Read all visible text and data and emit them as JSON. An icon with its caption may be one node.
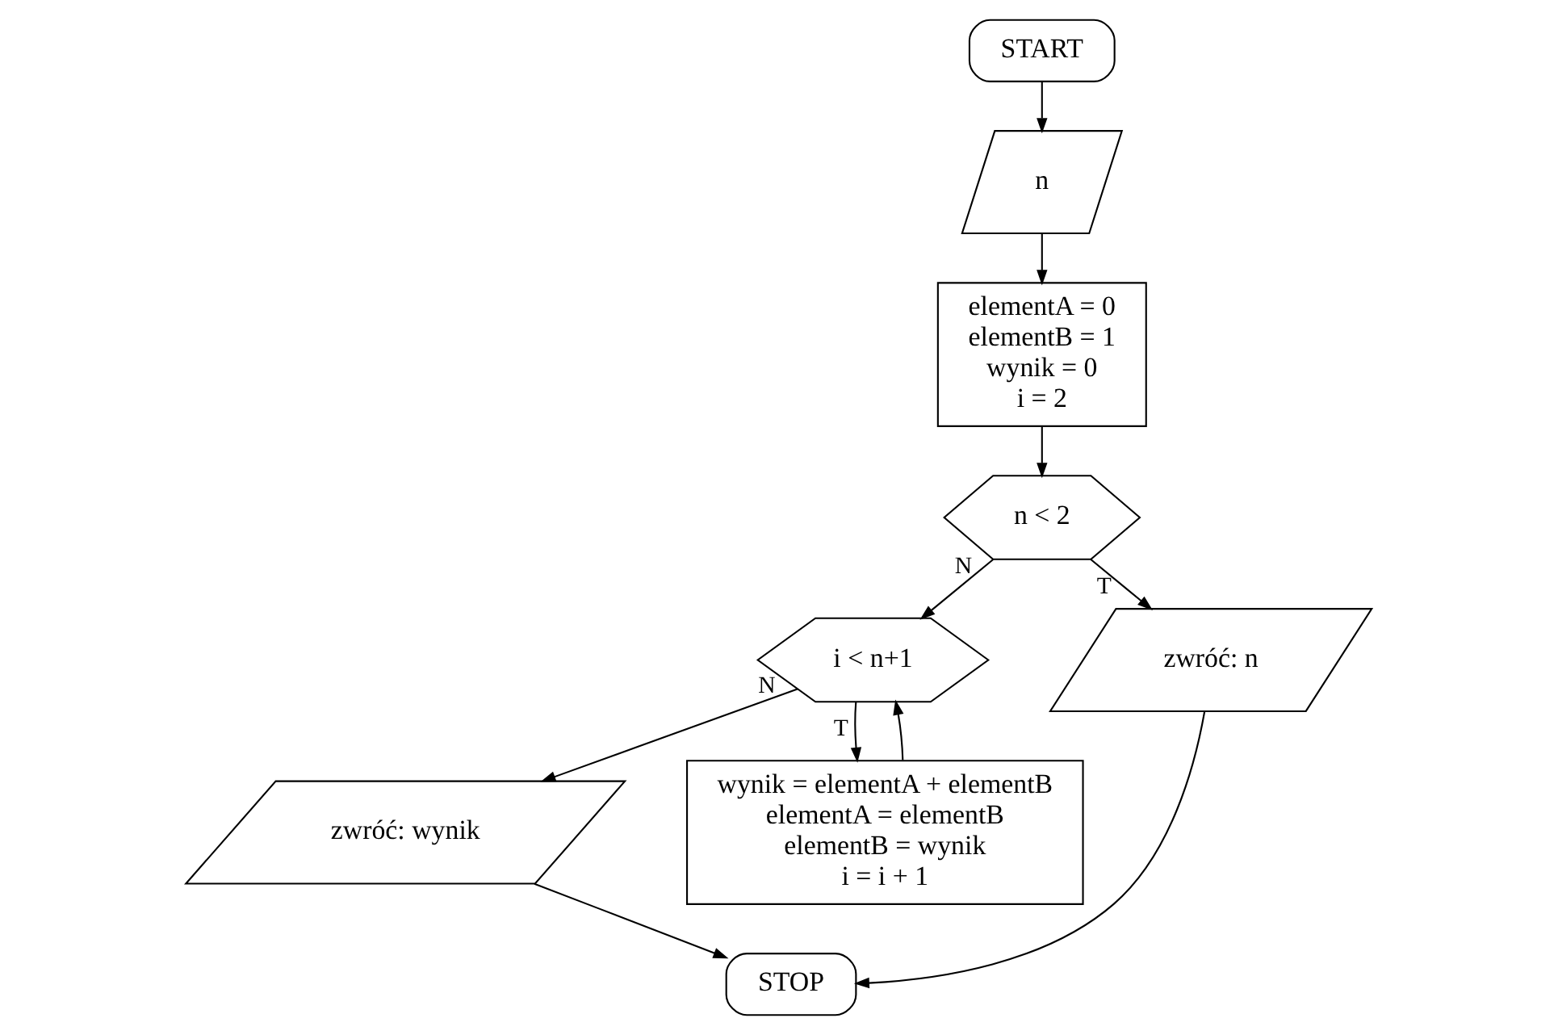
{
  "diagram": {
    "nodes": [
      {
        "text": [
          "START"
        ]
      },
      {
        "text": [
          "n"
        ]
      },
      {
        "text": [
          "elementA = 0",
          "elementB = 1",
          "wynik = 0",
          "i = 2"
        ]
      },
      {
        "text": [
          "n < 2"
        ]
      },
      {
        "text": [
          "i < n+1"
        ]
      },
      {
        "text": [
          "zwróć: n"
        ]
      },
      {
        "text": [
          "zwróć: wynik"
        ]
      },
      {
        "text": [
          "wynik = elementA + elementB",
          "elementA = elementB",
          "elementB = wynik",
          "i = i + 1"
        ]
      },
      {
        "text": [
          "STOP"
        ]
      }
    ],
    "edges": [
      {
        "from": 0,
        "to": 1,
        "arrow": "to"
      },
      {
        "from": 1,
        "to": 2,
        "arrow": "to"
      },
      {
        "from": 2,
        "to": 3,
        "arrow": "to"
      },
      {
        "from": 3,
        "to": 5,
        "arrow": "to",
        "label": "T"
      },
      {
        "from": 3,
        "to": 4,
        "arrow": "to",
        "label": "N"
      },
      {
        "from": 4,
        "to": 6,
        "arrow": "to",
        "label": "N"
      },
      {
        "from": 4,
        "to": 7,
        "arrow": "to",
        "label": "T"
      },
      {
        "from": 7,
        "to": 4,
        "arrow": "to"
      },
      {
        "from": 5,
        "to": 8,
        "arrow": "to"
      },
      {
        "from": 6,
        "to": 8,
        "arrow": "to"
      }
    ]
  }
}
